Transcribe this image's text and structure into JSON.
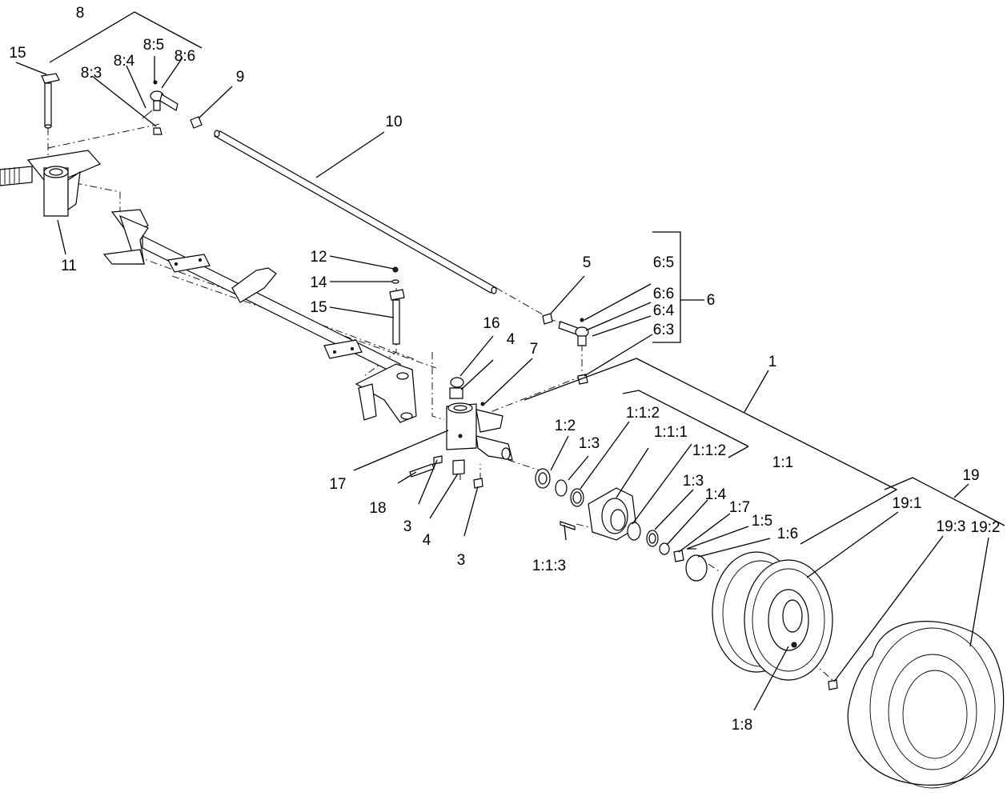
{
  "diagram": {
    "callouts": [
      "8",
      "15",
      "8:3",
      "8:4",
      "8:5",
      "8:6",
      "9",
      "10",
      "11",
      "12",
      "14",
      "15",
      "5",
      "6:5",
      "6:6",
      "6",
      "6:4",
      "6:3",
      "16",
      "4",
      "7",
      "1",
      "17",
      "18",
      "3",
      "4",
      "3",
      "1:2",
      "1:3",
      "1:1:2",
      "1:1:1",
      "1:1:2",
      "1:1",
      "1:3",
      "1:4",
      "1:7",
      "1:5",
      "1:6",
      "1:1:3",
      "19",
      "19:1",
      "19:3",
      "19:2",
      "1:8"
    ]
  }
}
